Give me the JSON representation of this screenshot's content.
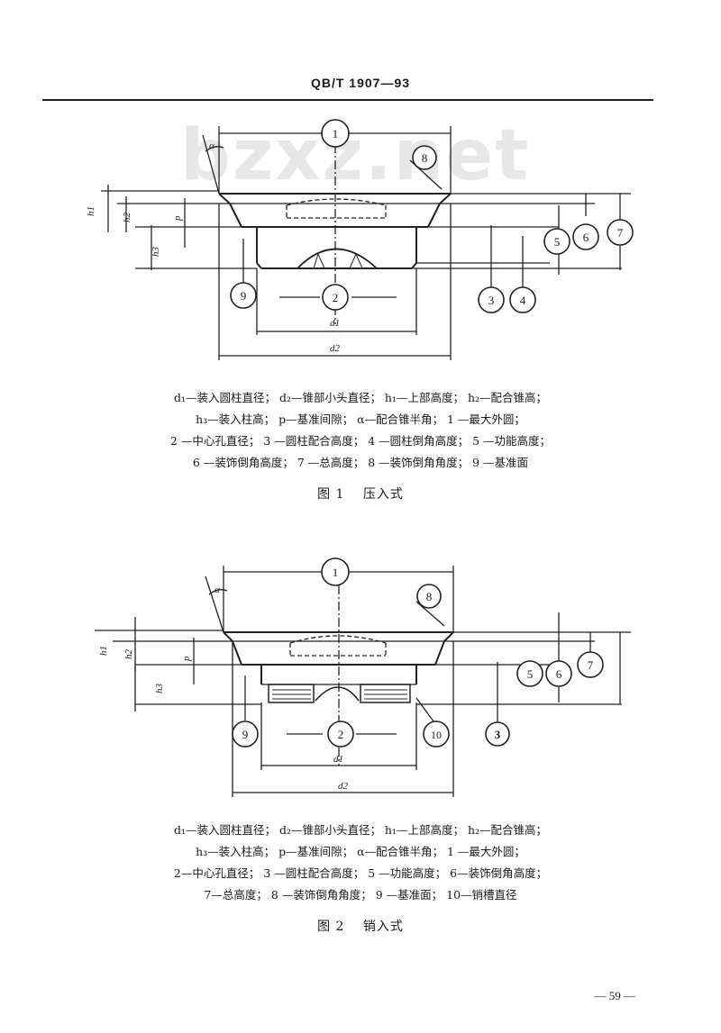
{
  "header": {
    "standard_code": "QB/T 1907—93"
  },
  "watermark": "bzxz.net",
  "figure1": {
    "callouts": [
      "1",
      "2",
      "3",
      "4",
      "5",
      "6",
      "7",
      "8",
      "9"
    ],
    "labels": {
      "alpha": "α",
      "h1": "h1",
      "h2": "h2",
      "h3": "h3",
      "p": "p",
      "d1": "d1",
      "d2": "d2"
    },
    "legend_lines": [
      "d₁—装入圆柱直径；  d₂—锥部小头直径；  h₁—上部高度；  h₂—配合锥高；",
      "h₃—装入柱高；  p—基准间隙；  α—配合锥半角；  1 —最大外圆；",
      "2 —中心孔直径；  3 —圆柱配合高度；  4 —圆柱倒角高度；  5 —功能高度；",
      "6 —装饰倒角高度；  7 —总高度；  8 —装饰倒角角度；  9 —基准面"
    ],
    "caption": "图 1　 压入式"
  },
  "figure2": {
    "callouts": [
      "1",
      "2",
      "3",
      "5",
      "6",
      "7",
      "8",
      "9",
      "10"
    ],
    "labels": {
      "alpha": "α",
      "h1": "h1",
      "h2": "h2",
      "h3": "h3",
      "p": "p",
      "d1": "d1",
      "d2": "d2"
    },
    "legend_lines": [
      "d₁—装入圆柱直径；  d₂—锥部小头直径；  h₁—上部高度；  h₂—配合锥高；",
      "h₃—装入柱高；  p—基准间隙；  α—配合锥半角；  1 —最大外圆；",
      "2—中心孔直径；  3 —圆柱配合高度；  5 —功能高度；  6—装饰倒角高度；",
      "7—总高度；  8 —装饰倒角角度；  9 —基准面；  10—销槽直径"
    ],
    "caption": "图 2　 销入式"
  },
  "footer": {
    "page_number": "— 59 —"
  }
}
